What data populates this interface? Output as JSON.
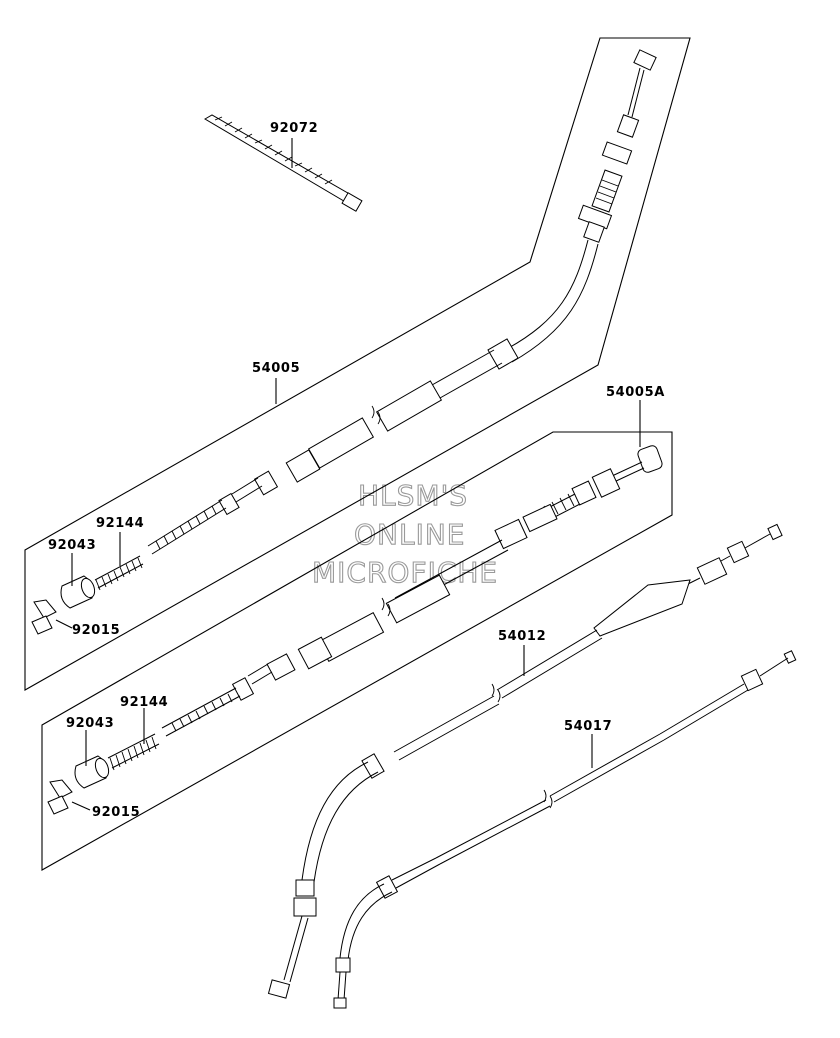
{
  "labels": {
    "p92072": "92072",
    "p54005": "54005",
    "p54005A": "54005A",
    "p92144_a": "92144",
    "p92043_a": "92043",
    "p92015_a": "92015",
    "p92144_b": "92144",
    "p92043_b": "92043",
    "p92015_b": "92015",
    "p54012": "54012",
    "p54017": "54017"
  },
  "watermark": {
    "line1": "HLSM'S",
    "line2": "ONLINE",
    "line3": "MICROFICHE"
  }
}
